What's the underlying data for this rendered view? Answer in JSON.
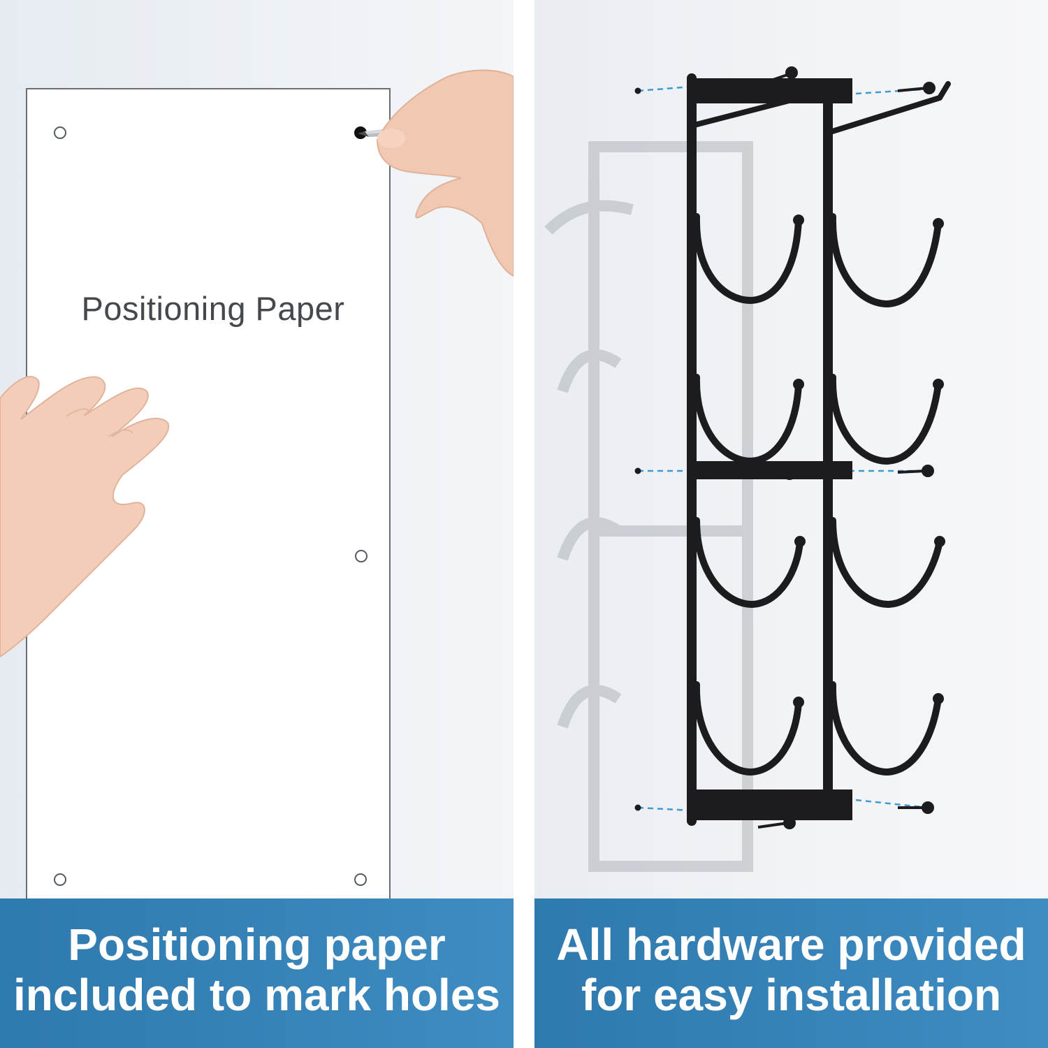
{
  "left_panel": {
    "paper_title": "Positioning Paper",
    "caption_line1": "Positioning paper",
    "caption_line2": "included to mark holes"
  },
  "right_panel": {
    "caption_line1": "All hardware provided",
    "caption_line2": "for easy installation"
  },
  "colors": {
    "banner": "#3483b8",
    "caption_text": "#ffffff",
    "rack_metal": "#1c1c1e",
    "guide_line": "#3f9ad0"
  },
  "icons": {
    "hands": "hand-illustration",
    "pen": "pen-icon",
    "screws": "screw-icon"
  }
}
